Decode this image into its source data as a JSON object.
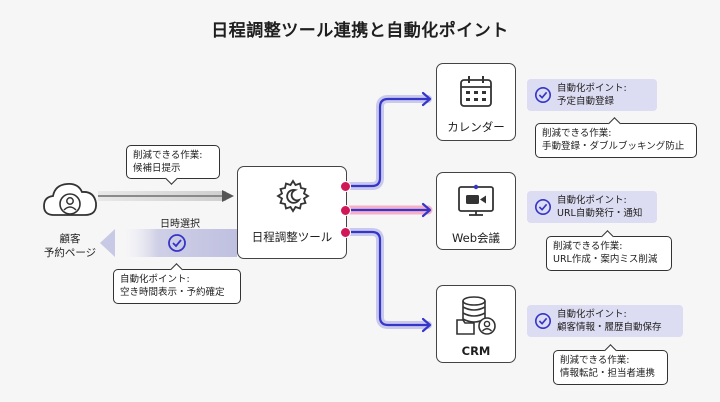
{
  "title": "日程調整ツール連携と自動化ポイント",
  "customer": {
    "line1": "顧客",
    "line2": "予約ページ"
  },
  "center": {
    "label": "日程調整ツール"
  },
  "systems": [
    {
      "label": "カレンダー",
      "icon": "calendar-icon"
    },
    {
      "label": "Web会議",
      "icon": "video-conference-icon"
    },
    {
      "label": "CRM",
      "icon": "crm-database-icon"
    }
  ],
  "left_reduce": {
    "heading": "削減できる作業:",
    "body": "候補日提示"
  },
  "left_flow_label": "日時選択",
  "left_auto": {
    "heading": "自動化ポイント:",
    "body": "空き時間表示・予約確定"
  },
  "auto_points": [
    {
      "heading": "自動化ポイント:",
      "body": "予定自動登録"
    },
    {
      "heading": "自動化ポイント:",
      "body": "URL自動発行・通知"
    },
    {
      "heading": "自動化ポイント:",
      "body": "顧客情報・履歴自動保存"
    }
  ],
  "reduce_points": [
    {
      "heading": "削減できる作業:",
      "body": "手動登録・ダブルブッキング防止"
    },
    {
      "heading": "削減できる作業:",
      "body": "URL作成・案内ミス削減"
    },
    {
      "heading": "削減できる作業:",
      "body": "情報転記・担当者連携"
    }
  ],
  "colors": {
    "accent_blue": "#3535c8",
    "pale_blue": "#dcdcf2",
    "connector_red": "#d01858",
    "pink_glow": "#f4b0c8"
  }
}
